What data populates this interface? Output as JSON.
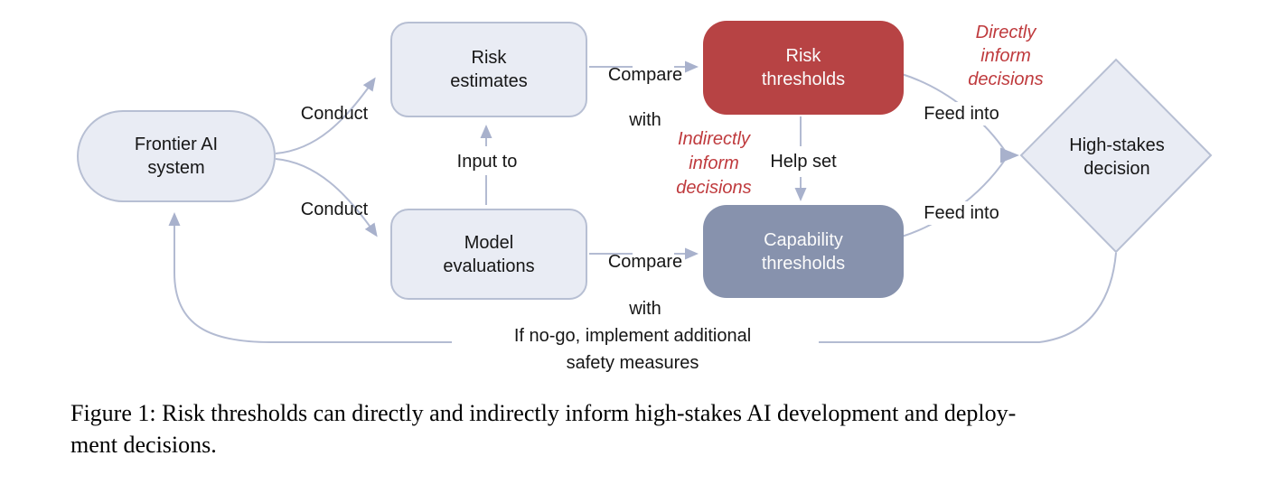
{
  "colors": {
    "red_box_fill": "#b74344",
    "gray_box_fill": "#8792ad",
    "light_node_fill": "#e9ecf4",
    "node_border": "#b7bfd3",
    "arrow_line": "#b3bbd2",
    "arrow_head": "#a8b1cc",
    "red_text": "#bf3a3d",
    "white_text": "#fbfbfb",
    "black_text": "#161616"
  },
  "nodes": {
    "frontier_ai_system": "Frontier AI\nsystem",
    "risk_estimates": "Risk\nestimates",
    "model_evaluations": "Model\nevaluations",
    "risk_thresholds": "Risk\nthresholds",
    "capability_thresholds": "Capability\nthresholds",
    "high_stakes_decision": "High-stakes\ndecision"
  },
  "edge_labels": {
    "conduct_top": "Conduct",
    "conduct_bottom": "Conduct",
    "input_to": "Input to",
    "compare_with_top": [
      "Compare",
      "with"
    ],
    "compare_with_bottom": [
      "Compare",
      "with"
    ],
    "help_set": "Help set",
    "feed_into_top": "Feed into",
    "feed_into_bottom": "Feed into",
    "if_no_go": "If no-go, implement additional\nsafety measures"
  },
  "annotations": {
    "directly_inform": "Directly\ninform\ndecisions",
    "indirectly_inform": "Indirectly\ninform\ndecisions"
  },
  "caption": "Figure 1: Risk thresholds can directly and indirectly inform high-stakes AI development and deploy-\nment decisions."
}
